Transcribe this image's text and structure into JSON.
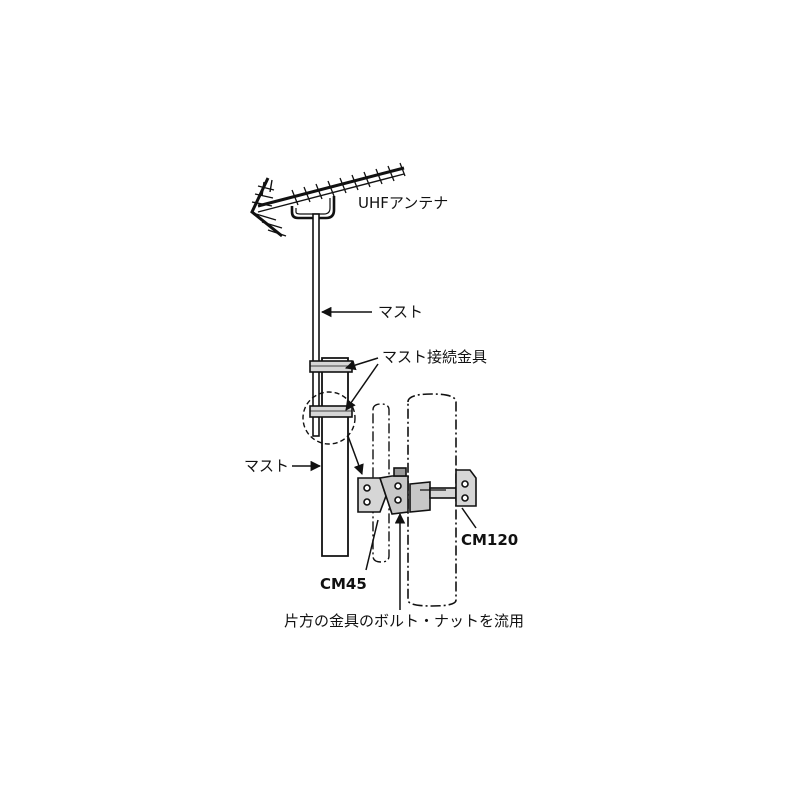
{
  "labels": {
    "uhf_antenna": "UHFアンテナ",
    "mast_upper": "マスト",
    "mast_joint_fitting": "マスト接続金具",
    "mast_lower": "マスト",
    "model_cm45": "CM45",
    "model_cm120": "CM120",
    "bolt_note": "片方の金具のボルト・ナットを流用"
  },
  "colors": {
    "line": "#111111",
    "metal": "#d6d6d6",
    "metal_dark": "#9a9a9a",
    "bolt": "#ffffff",
    "background": "#ffffff"
  }
}
